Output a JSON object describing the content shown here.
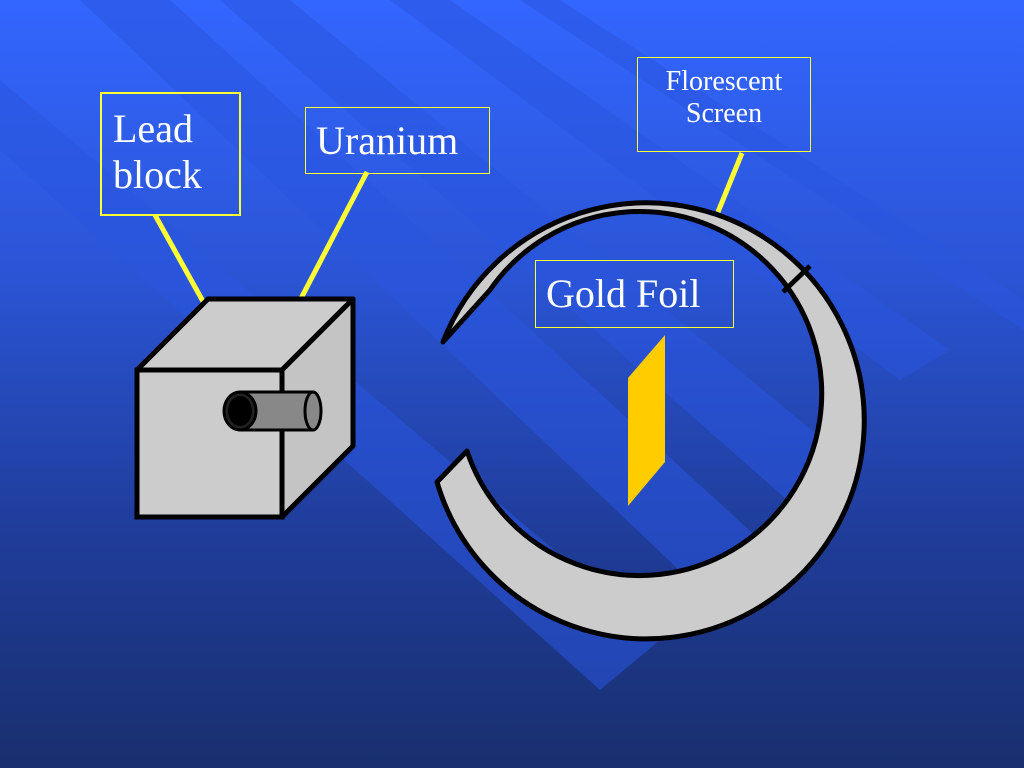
{
  "labels": {
    "lead_block": "Lead\nblock",
    "uranium": "Uranium",
    "florescent_screen": "Florescent\nScreen",
    "gold_foil": "Gold Foil"
  },
  "colors": {
    "background_top": "#3366ff",
    "background_bottom": "#192f6e",
    "stripe": "#2a56e0",
    "label_border": "#ffff33",
    "pointer_line": "#ffff33",
    "block_fill": "#cccccc",
    "screen_fill": "#cccccc",
    "gold_foil_fill": "#ffcc00",
    "outline": "#000000",
    "text": "#ffffff"
  }
}
